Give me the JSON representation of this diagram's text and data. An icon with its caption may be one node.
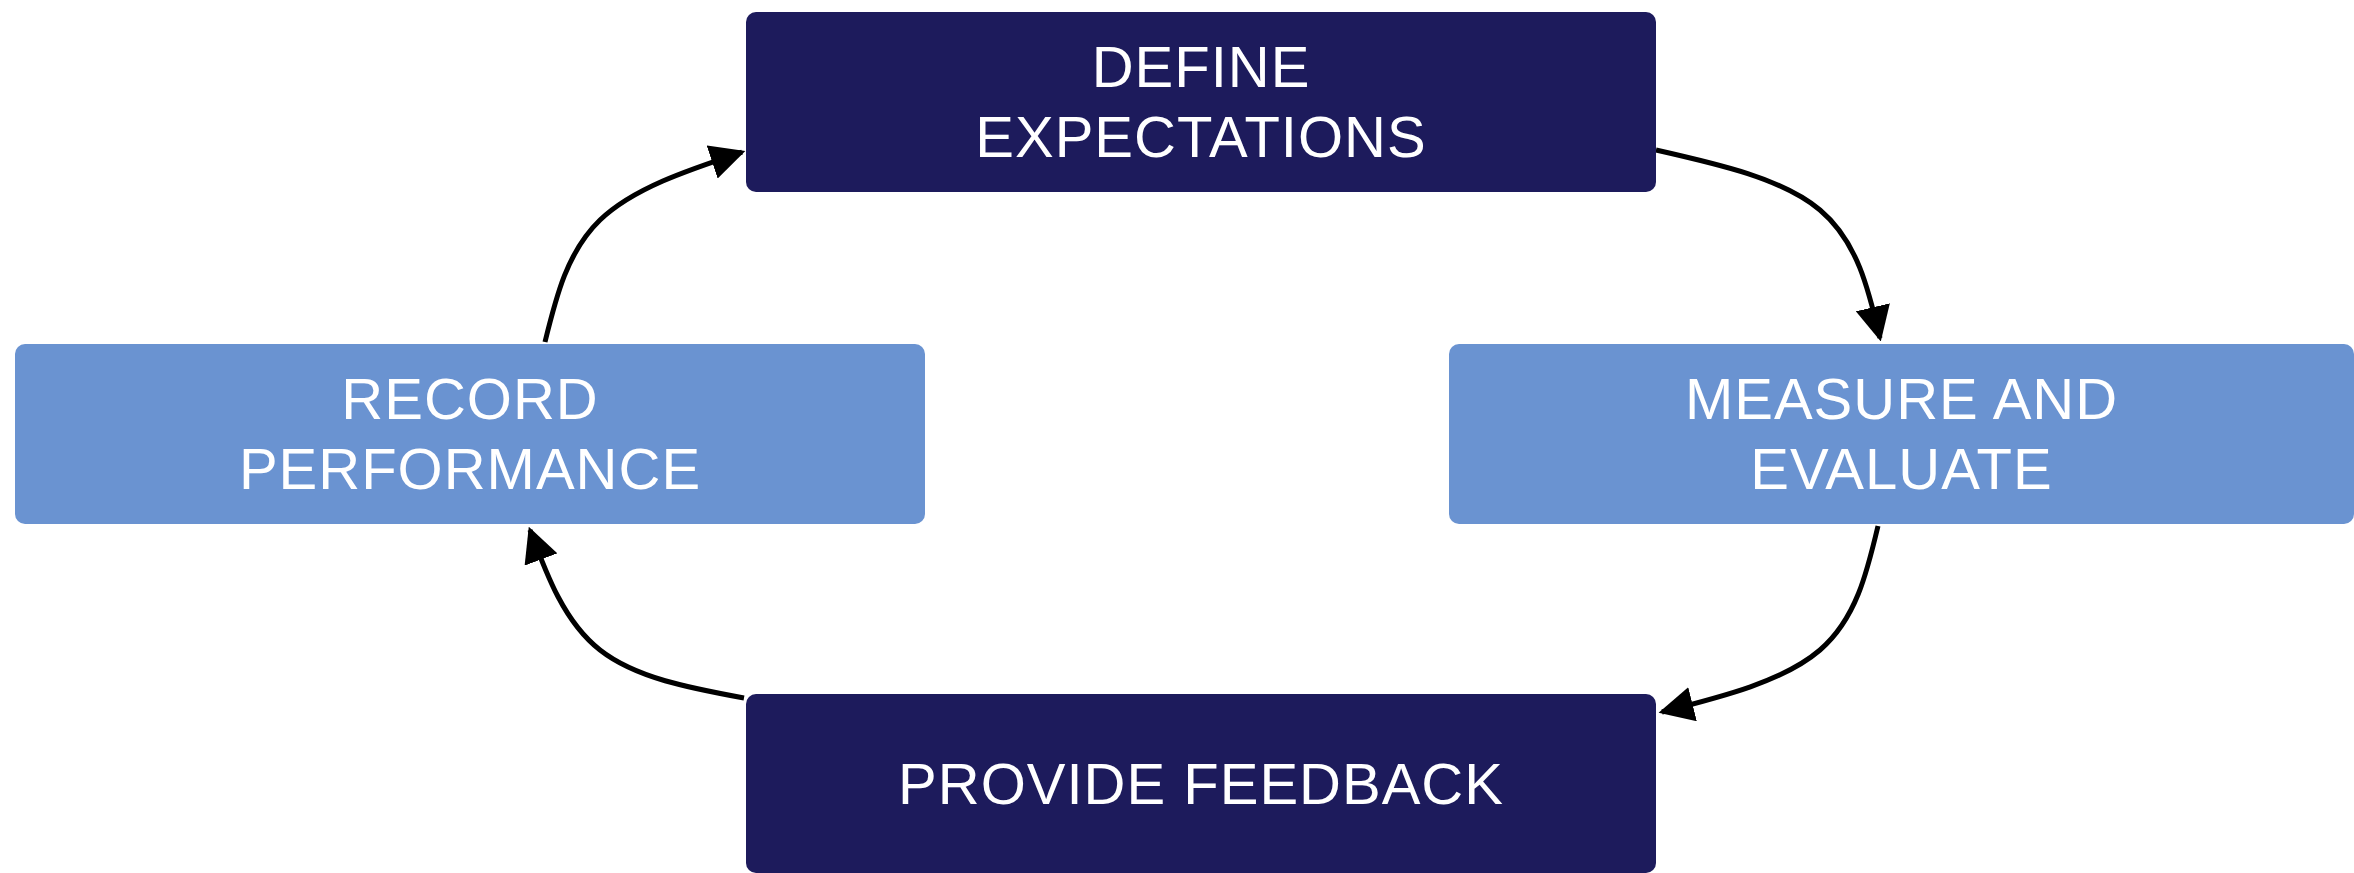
{
  "diagram": {
    "nodes": [
      {
        "text": [
          "DEFINE EXPECTATIONS"
        ]
      },
      {
        "text": [
          "MEASURE AND EVALUATE"
        ]
      },
      {
        "text": [
          "PROVIDE FEEDBACK"
        ]
      },
      {
        "text": [
          "RECORD PERFORMANCE"
        ]
      }
    ],
    "edges": [
      {
        "from": 0,
        "to": 1,
        "arrow": "to"
      },
      {
        "from": 1,
        "to": 2,
        "arrow": "to"
      },
      {
        "from": 2,
        "to": 3,
        "arrow": "to"
      },
      {
        "from": 3,
        "to": 0,
        "arrow": "to"
      }
    ]
  }
}
